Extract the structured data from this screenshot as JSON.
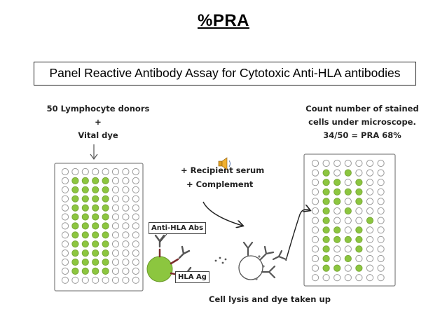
{
  "title": "%PRA",
  "subtitle": "Panel Reactive Antibody Assay for Cytotoxic Anti-HLA antibodies",
  "left_caption": [
    "50 Lymphocyte donors",
    "+",
    "Vital dye"
  ],
  "right_caption": [
    "Count number of stained",
    "cells under microscope.",
    "34/50 = PRA 68%"
  ],
  "middle_caption": [
    "+ Recipient serum",
    "+ Complement"
  ],
  "anti_hla_label": "Anti-HLA Abs",
  "hla_ag_label": "HLA Ag",
  "bottom_caption": "Cell lysis and dye taken up",
  "colors": {
    "green": "#8cc63f",
    "empty": "#ffffff",
    "well_stroke": "#9a9a9a"
  },
  "left_plate_green_rows": 13,
  "right_plate_pattern": [
    "0000000",
    "0101000",
    "0110100",
    "0111100",
    "0110100",
    "0101000",
    "0100010",
    "0110100",
    "0111100",
    "0100100",
    "0101000",
    "0110100",
    "0000000"
  ]
}
